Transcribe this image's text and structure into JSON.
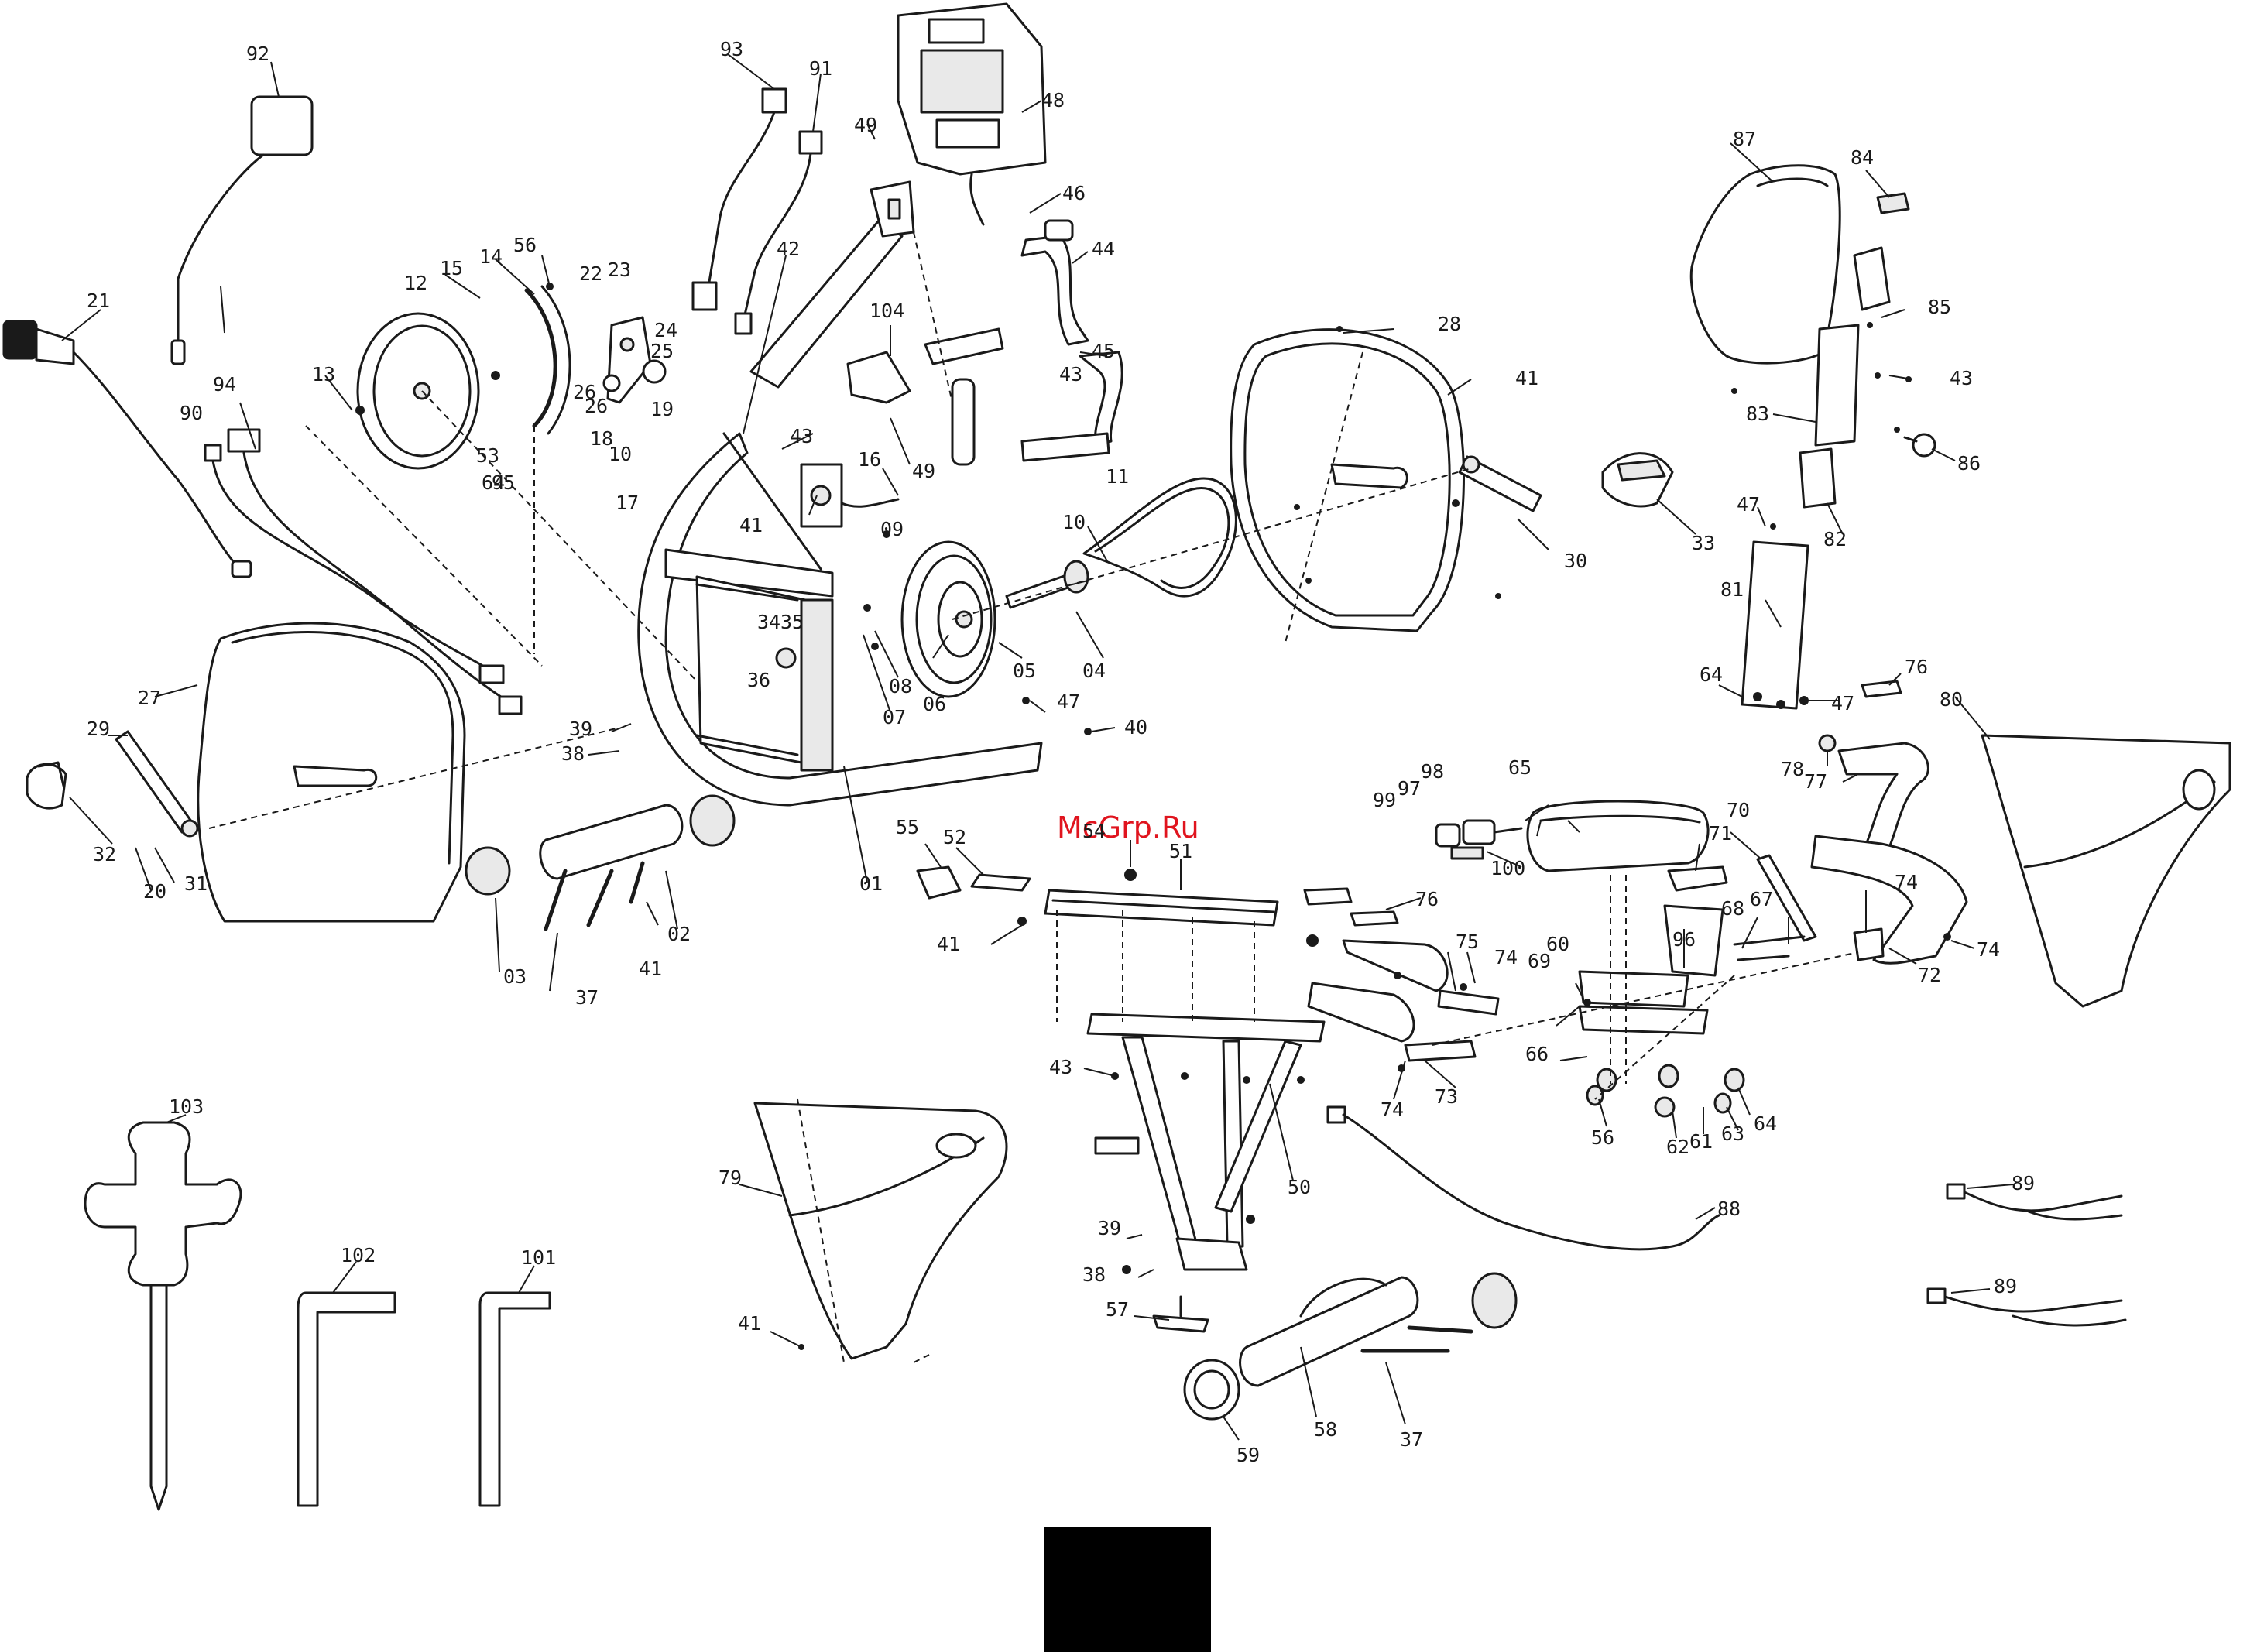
{
  "watermark": "McGrp.Ru",
  "labels": {
    "l01": "01",
    "l02": "02",
    "l03": "03",
    "l04": "04",
    "l05": "05",
    "l06": "06",
    "l07": "07",
    "l08": "08",
    "l09": "09",
    "l10a": "10",
    "l10b": "10",
    "l11": "11",
    "l12": "12",
    "l13": "13",
    "l14": "14",
    "l15": "15",
    "l16": "16",
    "l17": "17",
    "l18": "18",
    "l19": "19",
    "l20": "20",
    "l21": "21",
    "l22": "22",
    "l23": "23",
    "l24": "24",
    "l25": "25",
    "l26a": "26",
    "l26b": "26",
    "l27": "27",
    "l28": "28",
    "l29": "29",
    "l30": "30",
    "l31": "31",
    "l32": "32",
    "l33": "33",
    "l34": "34",
    "l35": "35",
    "l36": "36",
    "l37a": "37",
    "l37b": "37",
    "l38a": "38",
    "l38b": "38",
    "l39a": "39",
    "l39b": "39",
    "l40": "40",
    "l41a": "41",
    "l41b": "41",
    "l41c": "41",
    "l41d": "41",
    "l41e": "41",
    "l42": "42",
    "l43a": "43",
    "l43b": "43",
    "l43c": "43",
    "l43d": "43",
    "l44": "44",
    "l45": "45",
    "l46": "46",
    "l47a": "47",
    "l47b": "47",
    "l47c": "47",
    "l48": "48",
    "l49a": "49",
    "l49b": "49",
    "l50": "50",
    "l51": "51",
    "l52": "52",
    "l53": "53",
    "l54": "54",
    "l55": "55",
    "l56a": "56",
    "l56b": "56",
    "l57": "57",
    "l58": "58",
    "l59": "59",
    "l60": "60",
    "l61": "61",
    "l62": "62",
    "l63": "63",
    "l64a": "64",
    "l64b": "64",
    "l64c": "64",
    "l65": "65",
    "l66": "66",
    "l67": "67",
    "l68": "68",
    "l69": "69",
    "l70": "70",
    "l71": "71",
    "l72": "72",
    "l73": "73",
    "l74a": "74",
    "l74b": "74",
    "l74c": "74",
    "l74d": "74",
    "l75": "75",
    "l76a": "76",
    "l76b": "76",
    "l77": "77",
    "l78": "78",
    "l79": "79",
    "l80": "80",
    "l81": "81",
    "l82": "82",
    "l83": "83",
    "l84": "84",
    "l85": "85",
    "l86": "86",
    "l87": "87",
    "l88": "88",
    "l89a": "89",
    "l89b": "89",
    "l90": "90",
    "l91": "91",
    "l92": "92",
    "l93": "93",
    "l94": "94",
    "l95": "95",
    "l96": "96",
    "l97": "97",
    "l98": "98",
    "l99": "99",
    "l100": "100",
    "l101": "101",
    "l102": "102",
    "l103": "103",
    "l104": "104"
  }
}
